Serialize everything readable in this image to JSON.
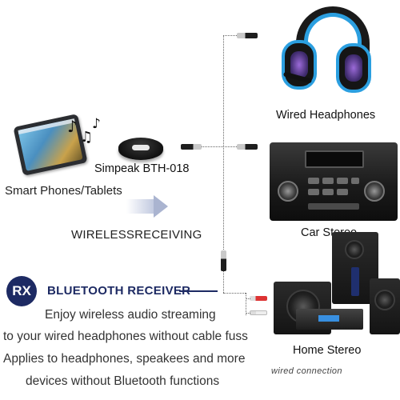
{
  "labels": {
    "wired_headphones": "Wired Headphones",
    "car_stereo": "Car Stereo",
    "home_stereo": "Home Stereo",
    "smart_phones": "Smart Phones/Tablets",
    "simpeak": "Simpeak BTH-018",
    "wireless_receiving": "WIRELESSRECEIVING",
    "wired_connection": "wired connection"
  },
  "receiver": {
    "badge": "RX",
    "title": "BLUETOOTH RECEIVER"
  },
  "description": [
    "Enjoy wireless audio streaming",
    "to your wired headphones without cable fuss",
    "Applies to headphones, speakees and more",
    "devices without Bluetooth functions"
  ],
  "icons": {
    "music_note_1": "♪",
    "music_note_2": "♫",
    "music_note_3": "♪"
  },
  "colors": {
    "accent_navy": "#1d2a63",
    "headphone_blue": "#2b9fe0"
  }
}
